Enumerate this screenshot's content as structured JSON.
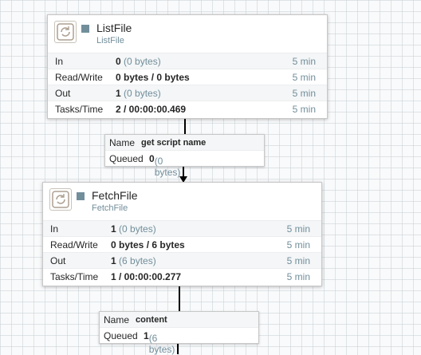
{
  "processors": [
    {
      "name": "ListFile",
      "type": "ListFile",
      "stats": [
        {
          "label": "In",
          "value_bold": "0",
          "value_muted": "(0 bytes)",
          "time": "5 min"
        },
        {
          "label": "Read/Write",
          "value_bold": "0 bytes / 0 bytes",
          "value_muted": "",
          "time": "5 min"
        },
        {
          "label": "Out",
          "value_bold": "1",
          "value_muted": "(0 bytes)",
          "time": "5 min"
        },
        {
          "label": "Tasks/Time",
          "value_bold": "2 / 00:00:00.469",
          "value_muted": "",
          "time": "5 min"
        }
      ]
    },
    {
      "name": "FetchFile",
      "type": "FetchFile",
      "stats": [
        {
          "label": "In",
          "value_bold": "1",
          "value_muted": "(0 bytes)",
          "time": "5 min"
        },
        {
          "label": "Read/Write",
          "value_bold": "0 bytes / 6 bytes",
          "value_muted": "",
          "time": "5 min"
        },
        {
          "label": "Out",
          "value_bold": "1",
          "value_muted": "(6 bytes)",
          "time": "5 min"
        },
        {
          "label": "Tasks/Time",
          "value_bold": "1 / 00:00:00.277",
          "value_muted": "",
          "time": "5 min"
        }
      ]
    }
  ],
  "connections": [
    {
      "name_label": "Name",
      "name": "get script name",
      "queued_label": "Queued",
      "queued_count": "0",
      "queued_size": "(0 bytes)"
    },
    {
      "name_label": "Name",
      "name": "content",
      "queued_label": "Queued",
      "queued_count": "1",
      "queued_size": "(6 bytes)"
    }
  ],
  "colors": {
    "run_state": "#728e9b",
    "muted_text": "#728e9b",
    "connection_line": "#000000"
  },
  "icons": {
    "processor": "processor-icon",
    "run_state": "stopped-square-icon"
  }
}
